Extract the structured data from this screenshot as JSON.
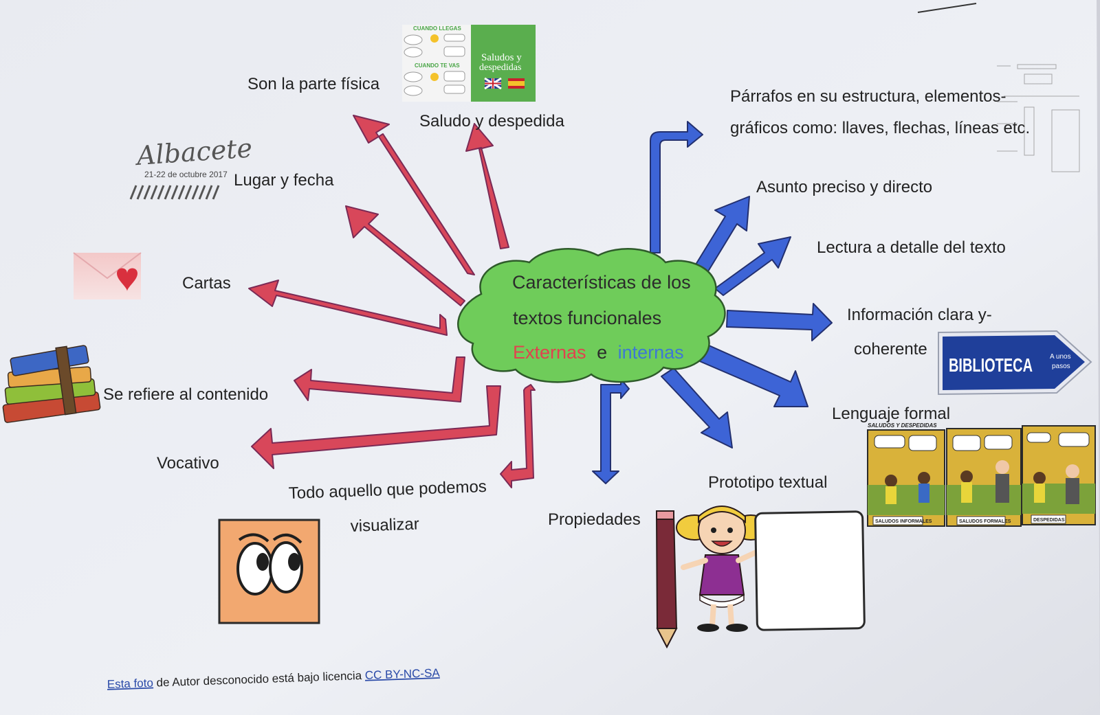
{
  "center": {
    "line1": "Características de los",
    "line2": "textos funcionales",
    "externas": "Externas",
    "connector": "e",
    "internas": "internas"
  },
  "external": {
    "parte_fisica": "Son la parte física",
    "saludo": "Saludo y despedida",
    "lugar_fecha": "Lugar y fecha",
    "cartas": "Cartas",
    "contenido": "Se refiere al contenido",
    "vocativo": "Vocativo",
    "visualizar_1": "Todo aquello que podemos",
    "visualizar_2": "visualizar"
  },
  "internal": {
    "parrafos_1": "Párrafos en su estructura, elementos-",
    "parrafos_2": "gráficos como: llaves, flechas, líneas etc.",
    "asunto": "Asunto preciso y directo",
    "lectura": "Lectura a detalle del texto",
    "info_1": "Información clara y-",
    "info_2": "coherente",
    "lenguaje": "Lenguaje formal",
    "prototipo": "Prototipo textual",
    "propiedades": "Propiedades"
  },
  "images": {
    "albacete_title": "Albacete",
    "albacete_date": "21-22 de octubre 2017",
    "saludos_title_1": "Saludos y",
    "saludos_title_2": "despedidas",
    "saludos_cuando_llegas": "CUANDO LLEGAS",
    "saludos_cuando_te_vas": "CUANDO TE VAS",
    "biblioteca": "BIBLIOTECA",
    "biblioteca_sub_1": "A unos",
    "biblioteca_sub_2": "pasos",
    "comic_title": "SALUDOS Y DESPEDIDAS",
    "comic_panel_1": "SALUDOS INFORMALES",
    "comic_panel_2": "SALUDOS FORMALES",
    "comic_panel_3": "DESPEDIDAS"
  },
  "credit": {
    "link1": "Esta foto",
    "text": " de Autor desconocido está bajo licencia ",
    "link2": "CC BY-NC-SA"
  },
  "colors": {
    "paper": "#eceef4",
    "red_arrow": "#d8475a",
    "blue_arrow": "#3d64d6",
    "cloud": "#6fcc5a",
    "externas": "#e0434f",
    "internas": "#3d78d4"
  }
}
